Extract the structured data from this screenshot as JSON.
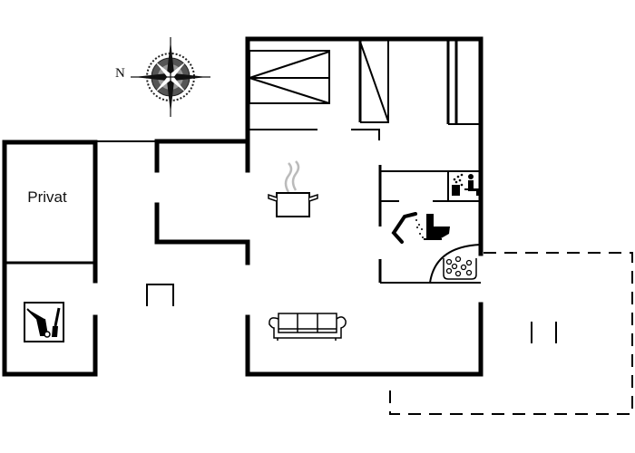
{
  "diagram": {
    "type": "floor-plan",
    "compass": {
      "label": "N",
      "icon": "compass-rose-icon"
    },
    "rooms": [
      {
        "id": "privat",
        "label": "Privat"
      },
      {
        "id": "utility",
        "icon": "cleaning-tools-icon"
      },
      {
        "id": "entrance-hall"
      },
      {
        "id": "kitchen",
        "icon": "cooking-pot-icon"
      },
      {
        "id": "bedroom-1",
        "icon": "bed-icon"
      },
      {
        "id": "bedroom-2",
        "icon": "bunk-bed-icon"
      },
      {
        "id": "bathroom",
        "icons": [
          "shower-icon",
          "toilet-icon",
          "sauna-icon",
          "whirlpool-icon"
        ]
      },
      {
        "id": "living-room",
        "icon": "sofa-icon"
      },
      {
        "id": "terrace",
        "style": "dashed-outline"
      }
    ]
  },
  "labels": {
    "north": "N",
    "privat": "Privat"
  },
  "colors": {
    "wall": "#000000",
    "background": "#ffffff",
    "steam": "#bbbbbb"
  }
}
